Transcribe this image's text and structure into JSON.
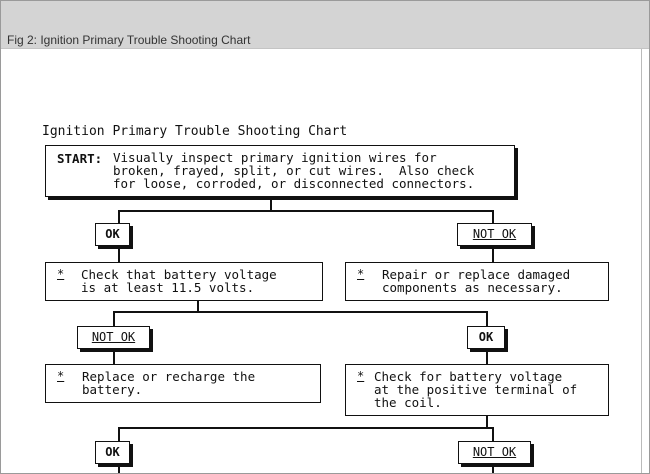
{
  "figure": {
    "caption": "Fig 2: Ignition Primary Trouble Shooting Chart"
  },
  "chart": {
    "title": "Ignition Primary Trouble Shooting Chart",
    "start": {
      "label": "START:",
      "lines": [
        "Visually inspect primary ignition wires for",
        "broken, frayed, split, or cut wires.  Also check",
        "for loose, corroded, or disconnected connectors."
      ]
    },
    "branch1": {
      "ok_label": "OK",
      "not_ok_label": "NOT OK",
      "ok_step": {
        "marker": "*",
        "lines": [
          "Check that battery voltage",
          "is at least 11.5 volts."
        ]
      },
      "not_ok_step": {
        "marker": "*",
        "lines": [
          "Repair or replace damaged",
          "components as necessary."
        ]
      }
    },
    "branch2": {
      "not_ok_label": "NOT OK",
      "ok_label": "OK",
      "not_ok_step": {
        "marker": "*",
        "lines": [
          "Replace or recharge the",
          "battery."
        ]
      },
      "ok_step": {
        "marker": "*",
        "lines": [
          "Check for battery voltage",
          "at the positive terminal of",
          "the coil."
        ]
      }
    },
    "branch3": {
      "ok_label": "OK",
      "not_ok_label": "NOT OK"
    }
  }
}
